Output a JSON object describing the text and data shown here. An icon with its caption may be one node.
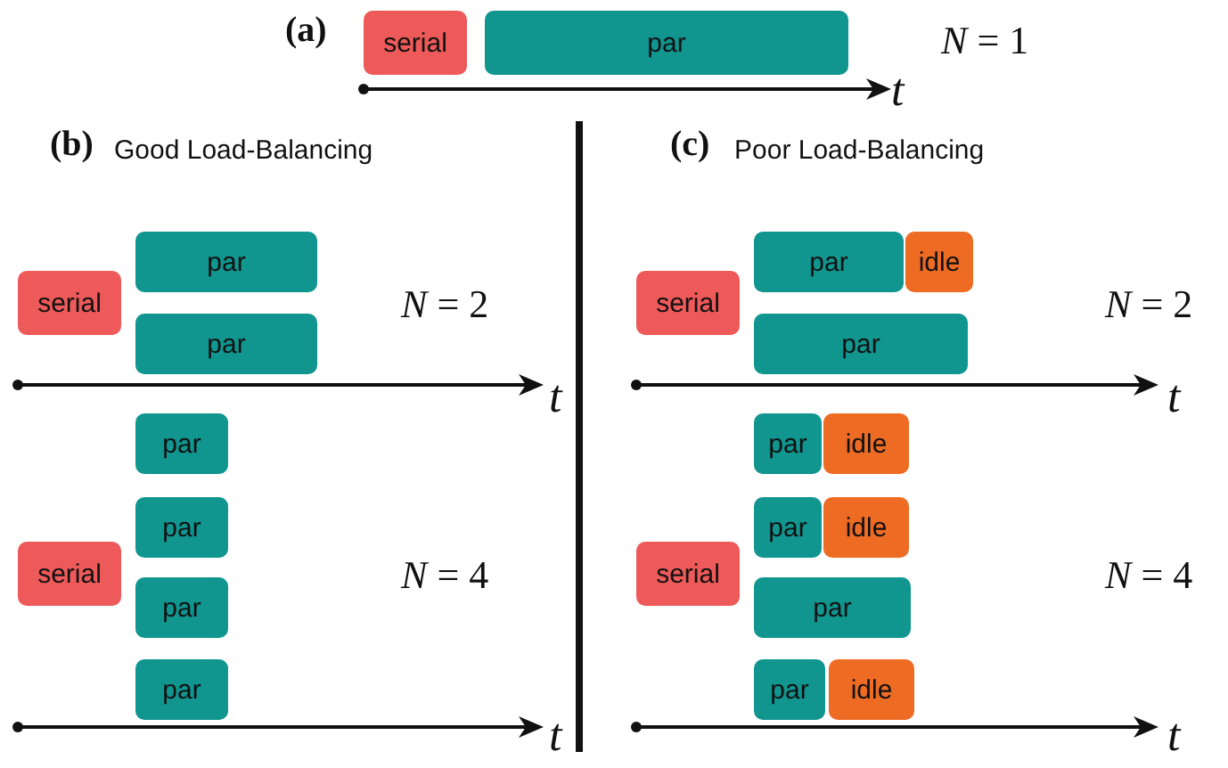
{
  "diagram": {
    "nodes": [
      {
        "text": [
          "serial"
        ]
      },
      {
        "text": [
          "par"
        ]
      },
      {
        "text": [
          "serial"
        ]
      },
      {
        "text": [
          "par"
        ]
      },
      {
        "text": [
          "par"
        ]
      },
      {
        "text": [
          "serial"
        ]
      },
      {
        "text": [
          "par"
        ]
      },
      {
        "text": [
          "par"
        ]
      },
      {
        "text": [
          "par"
        ]
      },
      {
        "text": [
          "par"
        ]
      },
      {
        "text": [
          "serial"
        ]
      },
      {
        "text": [
          "par"
        ]
      },
      {
        "text": [
          "idle"
        ]
      },
      {
        "text": [
          "par"
        ]
      },
      {
        "text": [
          "serial"
        ]
      },
      {
        "text": [
          "par"
        ]
      },
      {
        "text": [
          "idle"
        ]
      },
      {
        "text": [
          "par"
        ]
      },
      {
        "text": [
          "idle"
        ]
      },
      {
        "text": [
          "par"
        ]
      },
      {
        "text": [
          "par"
        ]
      },
      {
        "text": [
          "idle"
        ]
      }
    ],
    "edges": [],
    "labels": [
      "(a)",
      "*N* = 1",
      "t",
      "(b)",
      "Good Load-Balancing",
      "(c)",
      "Poor Load-Balancing",
      "*N* = 2",
      "*N* = 2",
      "t",
      "t",
      "*N* = 4",
      "*N* = 4",
      "t",
      "t"
    ]
  }
}
